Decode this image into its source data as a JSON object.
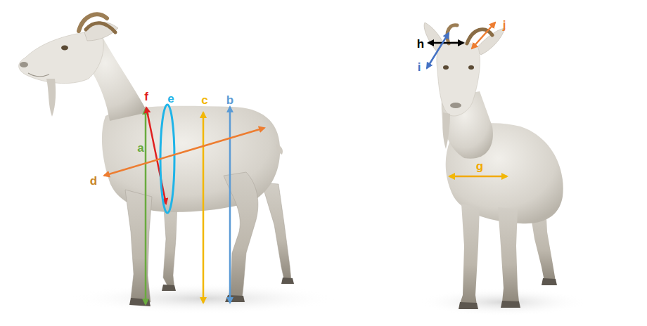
{
  "diagram": {
    "labels": [
      "a",
      "b",
      "c",
      "d",
      "e",
      "f",
      "g",
      "h",
      "i",
      "j"
    ]
  }
}
